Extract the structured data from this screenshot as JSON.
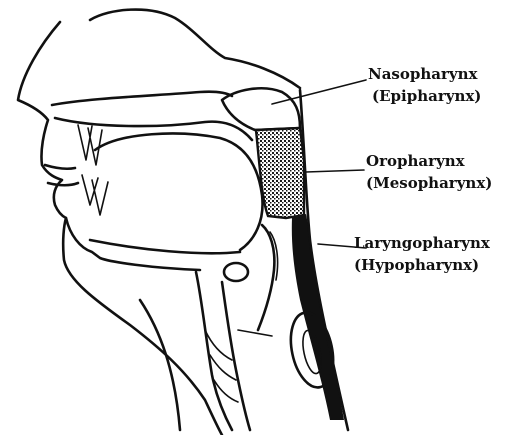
{
  "labels": {
    "nasopharynx": {
      "name": "Nasopharynx",
      "alt": "(Epipharynx)"
    },
    "oropharynx": {
      "name": "Oropharynx",
      "alt": "(Mesopharynx)"
    },
    "laryngopharynx": {
      "name": "Laryngopharynx",
      "alt": "(Hypopharynx)"
    }
  },
  "colors": {
    "ink": "#111111",
    "background": "#ffffff",
    "oropharynx_shade": "#4a4a4a"
  }
}
